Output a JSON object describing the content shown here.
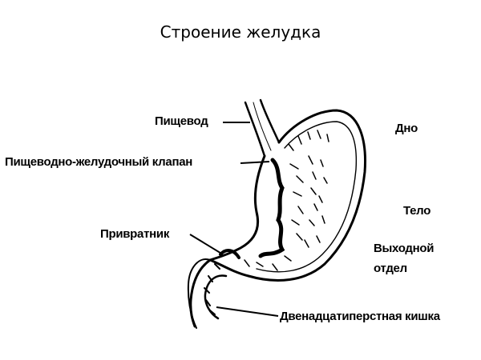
{
  "title": "Строение желудка",
  "labels": {
    "esophagus": "Пищевод",
    "valve": "Пищеводно-желудочный клапан",
    "pylorus": "Привратник",
    "duodenum": "Двенадцатиперстная кишка",
    "fundus": "Дно",
    "body": "Тело",
    "outlet_line1": "Выходной",
    "outlet_line2": "отдел"
  },
  "colors": {
    "ink": "#000000",
    "background": "#ffffff"
  }
}
